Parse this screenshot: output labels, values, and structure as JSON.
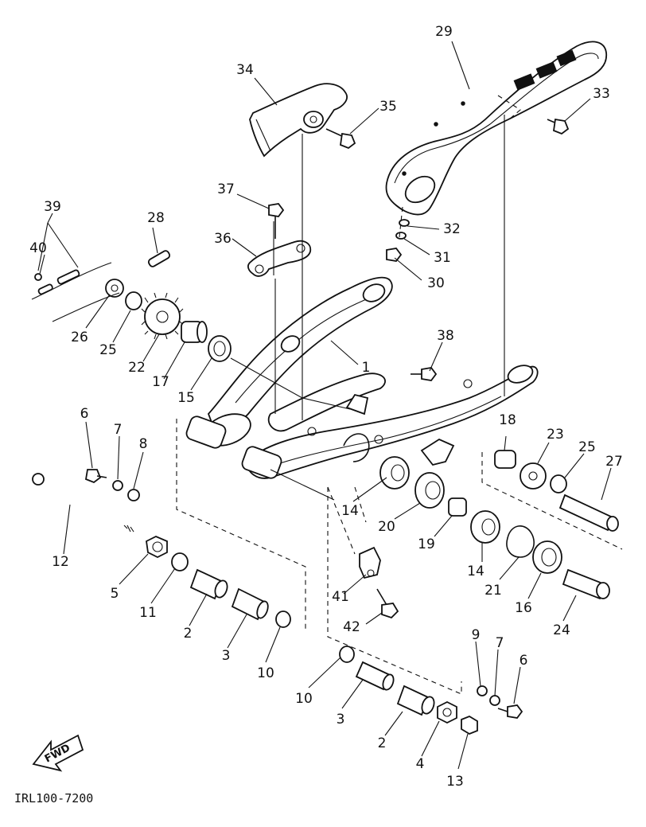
{
  "diagram": {
    "code": "IRL100-7200",
    "fwd_label": "FWD",
    "parts": [
      {
        "id": "p1",
        "num": "1"
      },
      {
        "id": "p2a",
        "num": "2"
      },
      {
        "id": "p2b",
        "num": "2"
      },
      {
        "id": "p3a",
        "num": "3"
      },
      {
        "id": "p3b",
        "num": "3"
      },
      {
        "id": "p4",
        "num": "4"
      },
      {
        "id": "p5",
        "num": "5"
      },
      {
        "id": "p6a",
        "num": "6"
      },
      {
        "id": "p6b",
        "num": "6"
      },
      {
        "id": "p7a",
        "num": "7"
      },
      {
        "id": "p7b",
        "num": "7"
      },
      {
        "id": "p8",
        "num": "8"
      },
      {
        "id": "p9",
        "num": "9"
      },
      {
        "id": "p10a",
        "num": "10"
      },
      {
        "id": "p10b",
        "num": "10"
      },
      {
        "id": "p11",
        "num": "11"
      },
      {
        "id": "p12",
        "num": "12"
      },
      {
        "id": "p13",
        "num": "13"
      },
      {
        "id": "p14a",
        "num": "14"
      },
      {
        "id": "p14b",
        "num": "14"
      },
      {
        "id": "p15",
        "num": "15"
      },
      {
        "id": "p16",
        "num": "16"
      },
      {
        "id": "p17",
        "num": "17"
      },
      {
        "id": "p18",
        "num": "18"
      },
      {
        "id": "p19",
        "num": "19"
      },
      {
        "id": "p20",
        "num": "20"
      },
      {
        "id": "p21",
        "num": "21"
      },
      {
        "id": "p22",
        "num": "22"
      },
      {
        "id": "p23",
        "num": "23"
      },
      {
        "id": "p24",
        "num": "24"
      },
      {
        "id": "p25a",
        "num": "25"
      },
      {
        "id": "p25b",
        "num": "25"
      },
      {
        "id": "p26",
        "num": "26"
      },
      {
        "id": "p27",
        "num": "27"
      },
      {
        "id": "p28",
        "num": "28"
      },
      {
        "id": "p29",
        "num": "29"
      },
      {
        "id": "p30",
        "num": "30"
      },
      {
        "id": "p31",
        "num": "31"
      },
      {
        "id": "p32",
        "num": "32"
      },
      {
        "id": "p33",
        "num": "33"
      },
      {
        "id": "p34",
        "num": "34"
      },
      {
        "id": "p35",
        "num": "35"
      },
      {
        "id": "p36",
        "num": "36"
      },
      {
        "id": "p37",
        "num": "37"
      },
      {
        "id": "p38",
        "num": "38"
      },
      {
        "id": "p39",
        "num": "39"
      },
      {
        "id": "p40",
        "num": "40"
      },
      {
        "id": "p41",
        "num": "41"
      },
      {
        "id": "p42",
        "num": "42"
      }
    ]
  }
}
